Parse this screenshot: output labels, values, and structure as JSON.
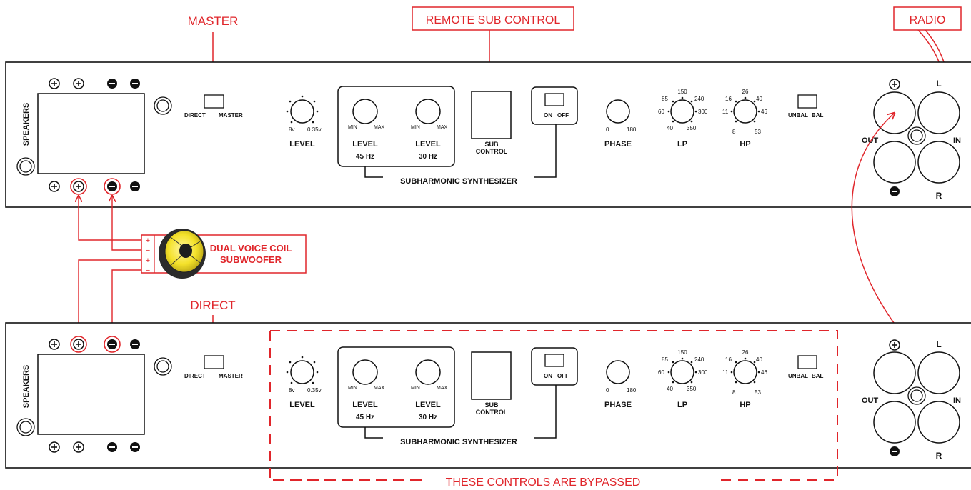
{
  "callouts": {
    "master": "MASTER",
    "remote_sub_control": "REMOTE SUB CONTROL",
    "radio": "RADIO",
    "direct": "DIRECT",
    "bypassed": "THESE CONTROLS ARE BYPASSED"
  },
  "subwoofer": {
    "line1": "DUAL VOICE COIL",
    "line2": "SUBWOOFER",
    "terminals": [
      "+",
      "−",
      "+",
      "−"
    ]
  },
  "panel": {
    "speakers": "SPEAKERS",
    "switch_direct": "DIRECT",
    "switch_master": "MASTER",
    "level_min": "8v",
    "level_max": "0.35v",
    "level": "LEVEL",
    "knob_min": "MIN",
    "knob_max": "MAX",
    "level_45_line1": "LEVEL",
    "level_45_line2": "45 Hz",
    "level_30_line1": "LEVEL",
    "level_30_line2": "30 Hz",
    "sub_control_line1": "SUB",
    "sub_control_line2": "CONTROL",
    "on": "ON",
    "off": "OFF",
    "subharmonic": "SUBHARMONIC SYNTHESIZER",
    "phase_min": "0",
    "phase_max": "180",
    "phase": "PHASE",
    "lp": "LP",
    "lp_ticks": [
      "150",
      "240",
      "300",
      "350",
      "40",
      "60",
      "85"
    ],
    "hp": "HP",
    "hp_ticks": [
      "26",
      "40",
      "46",
      "53",
      "8",
      "11",
      "16"
    ],
    "unbal": "UNBAL",
    "bal": "BAL",
    "out": "OUT",
    "in": "IN",
    "left": "L",
    "right": "R"
  },
  "colors": {
    "accent_red": "#e0262b",
    "ink": "#111111",
    "cone_yellow": "#f4e12a"
  }
}
